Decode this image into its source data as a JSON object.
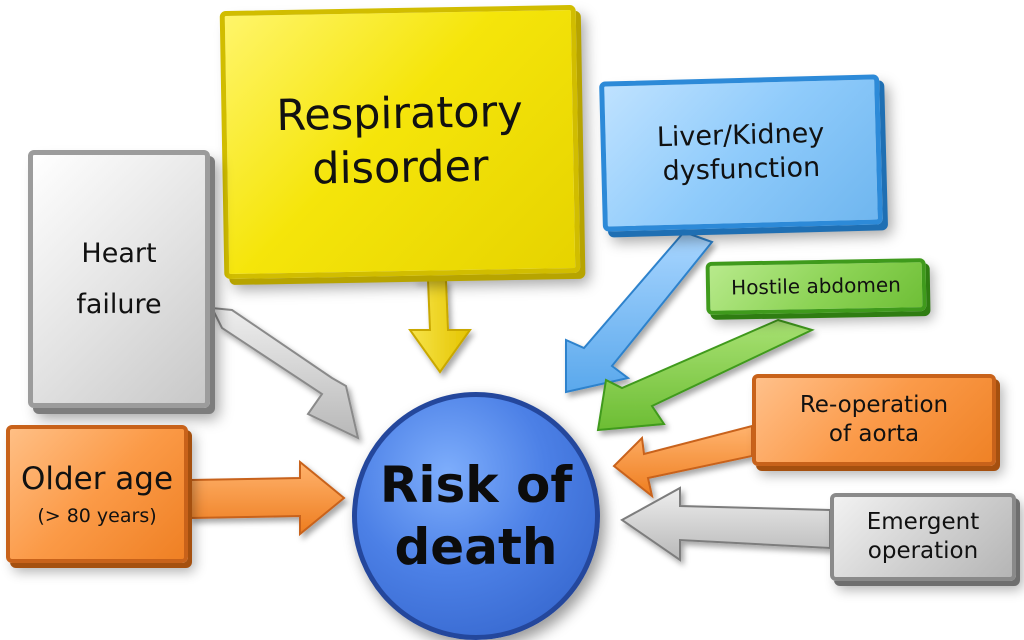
{
  "center": {
    "line1": "Risk of",
    "line2": "death",
    "color": "#3b6fd6"
  },
  "factors": {
    "respiratory": {
      "line1": "Respiratory",
      "line2": "disorder",
      "color": "#f5e50a"
    },
    "heart": {
      "line1": "Heart",
      "line2": "failure",
      "color": "#d9d9d9"
    },
    "liver": {
      "line1": "Liver/Kidney",
      "line2": "dysfunction",
      "color": "#8fcbfb"
    },
    "hostile": {
      "line1": "Hostile abdomen",
      "color": "#8cd355"
    },
    "reoperation": {
      "line1": "Re-operation",
      "line2": "of aorta",
      "color": "#fb9a49"
    },
    "emergent": {
      "line1": "Emergent",
      "line2": "operation",
      "color": "#cfcfcf"
    },
    "older": {
      "line1": "Older age",
      "line2": "(> 80 years)",
      "color": "#fb9a47"
    }
  }
}
